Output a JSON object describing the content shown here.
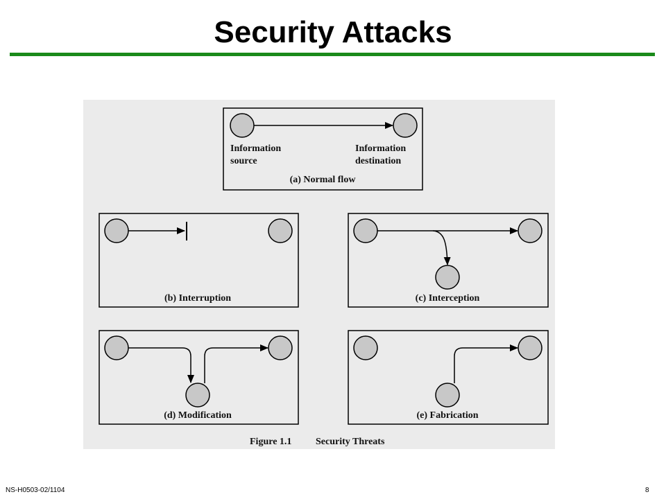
{
  "slide": {
    "title": "Security Attacks",
    "footer_left": "NS-H0503-02/1104",
    "footer_right": "8"
  },
  "figure": {
    "caption_number": "Figure 1.1",
    "caption_title": "Security Threats",
    "panels": {
      "a": {
        "label": "(a) Normal flow",
        "source_line1": "Information",
        "source_line2": "source",
        "dest_line1": "Information",
        "dest_line2": "destination"
      },
      "b": {
        "label": "(b) Interruption"
      },
      "c": {
        "label": "(c) Interception"
      },
      "d": {
        "label": "(d) Modification"
      },
      "e": {
        "label": "(e) Fabrication"
      }
    }
  },
  "colors": {
    "title_rule": "#1a8a1a",
    "figure_bg": "#ebebeb",
    "node_fill": "#c8c8c8"
  }
}
